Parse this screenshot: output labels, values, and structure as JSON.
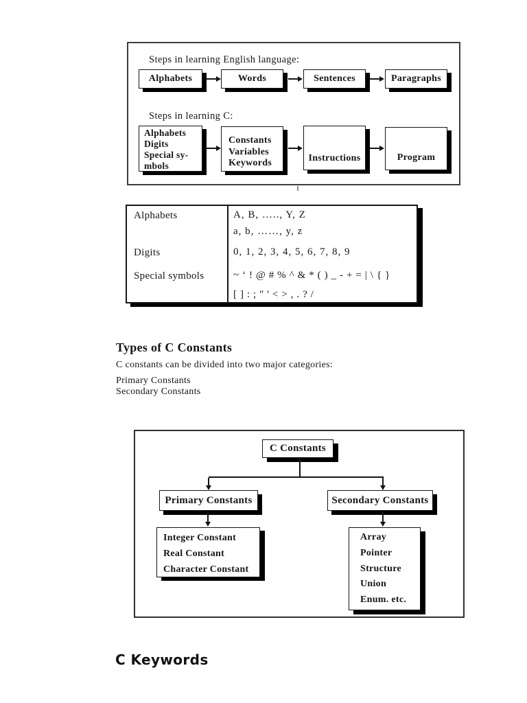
{
  "panel1": {
    "english_title": "Steps in learning English language:",
    "english_steps": [
      "Alphabets",
      "Words",
      "Sentences",
      "Paragraphs"
    ],
    "c_title": "Steps in learning C:",
    "c_box1": [
      "Alphabets",
      "Digits",
      "Special sy-",
      "mbols"
    ],
    "c_box2": [
      "Constants",
      "Variables",
      "Keywords"
    ],
    "c_box3": "Instructions",
    "c_box4": "Program"
  },
  "charset_table": {
    "rows": [
      {
        "label": "Alphabets",
        "line1": "A, B, ….., Y, Z",
        "line2": "a, b, ……, y, z"
      },
      {
        "label": "Digits",
        "line1": "0, 1, 2, 3, 4, 5, 6, 7, 8, 9"
      },
      {
        "label": "Special symbols",
        "line1": "~ ‘ ! @ #  % ^ & * ( ) _ - + = | \\ { }",
        "line2": "[ ] : ;  \" ' < > , . ? /"
      }
    ]
  },
  "constants_section": {
    "heading": "Types of C Constants",
    "intro": "C constants can be divided into two major categories:",
    "item1": "Primary Constants",
    "item2": "Secondary Constants"
  },
  "tree": {
    "root": "C Constants",
    "left_title": "Primary Constants",
    "left_items": [
      "Integer Constant",
      "Real Constant",
      "Character Constant"
    ],
    "right_title": "Secondary Constants",
    "right_items": [
      "Array",
      "Pointer",
      "Structure",
      "Union",
      "Enum. etc."
    ]
  },
  "keywords_heading": "C Keywords",
  "colors": {
    "ink": "#161616",
    "shadow": "#000000",
    "panel_border": "#3d3d3d"
  }
}
